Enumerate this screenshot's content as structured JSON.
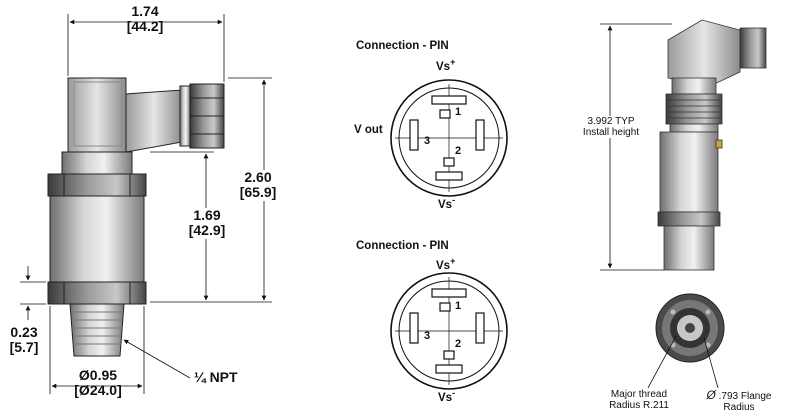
{
  "dimensions": {
    "width_top": {
      "in": "1.74",
      "mm": "[44.2]"
    },
    "height_total": {
      "in": "2.60",
      "mm": "[65.9]"
    },
    "height_body": {
      "in": "1.69",
      "mm": "[42.9]"
    },
    "thread_length": {
      "in": "0.23",
      "mm": "[5.7]"
    },
    "diameter": {
      "in": "Ø0.95",
      "mm": "[Ø24.0]"
    },
    "thread_type": "¼ NPT"
  },
  "connector_top": {
    "title": "Connection - PIN",
    "vs_plus": "Vs",
    "vs_plus_sup": "+",
    "vs_minus": "Vs",
    "vs_minus_sup": "-",
    "v_out": "V out",
    "pin1": "1",
    "pin2": "2",
    "pin3": "3"
  },
  "connector_bottom": {
    "title": "Connection - PIN",
    "vs_plus": "Vs",
    "vs_plus_sup": "+",
    "vs_minus": "Vs",
    "vs_minus_sup": "-",
    "pin1": "1",
    "pin2": "2",
    "pin3": "3"
  },
  "install": {
    "line1": "3.992 TYP",
    "line2": "Install height"
  },
  "bottom_view": {
    "thread_line1": "Major thread",
    "thread_line2": "Radius R.211",
    "flange_symbol": "Ø",
    "flange_line1": ".793 Flange",
    "flange_line2": "Radius"
  }
}
